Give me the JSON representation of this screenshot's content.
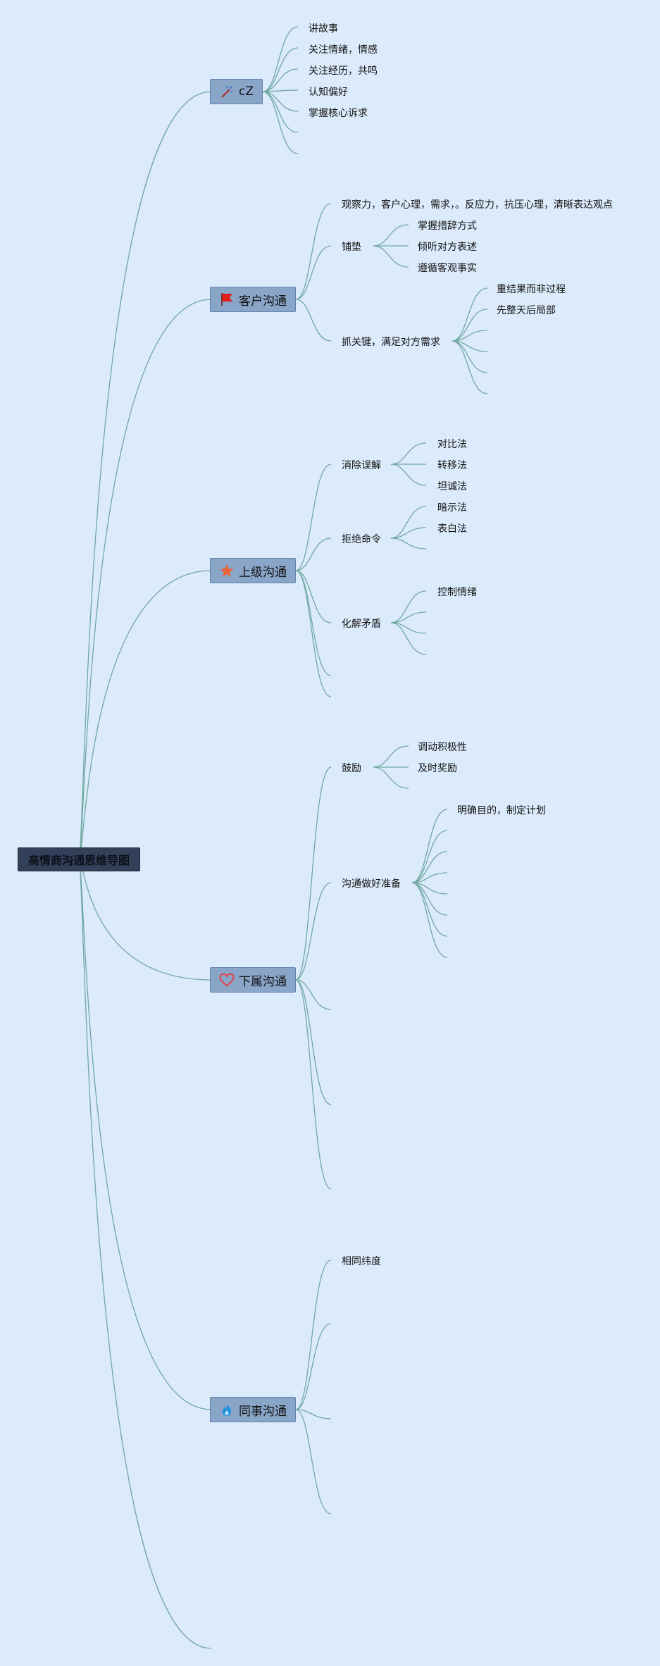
{
  "root": {
    "label": "高情商沟通思维导图"
  },
  "branches": [
    {
      "label": "cZ",
      "icon": "magic-wand-icon",
      "leaves": [
        "讲故事",
        "关注情绪，情感",
        "关注经历，共鸣",
        "认知偏好",
        "掌握核心诉求"
      ]
    },
    {
      "label": "客户沟通",
      "icon": "red-flag-icon",
      "items": {
        "observe": "观察力，客户心理，需求，。反应力，抗压心理，清晰表达观点",
        "pave": "铺垫",
        "pave_children": [
          "掌握措辞方式",
          "倾听对方表述",
          "遵循客观事实"
        ],
        "key": "抓关键，满足对方需求",
        "key_children": [
          "重结果而非过程",
          "先整天后局部"
        ]
      }
    },
    {
      "label": "上级沟通",
      "icon": "star-icon",
      "items": {
        "misunderstand": "消除误解",
        "misunderstand_children": [
          "对比法",
          "转移法",
          "坦诚法"
        ],
        "refuse": "拒绝命令",
        "refuse_children": [
          "暗示法",
          "表白法"
        ],
        "conflict": "化解矛盾",
        "conflict_children": [
          "控制情绪"
        ]
      }
    },
    {
      "label": "下属沟通",
      "icon": "heart-icon",
      "items": {
        "encourage": "鼓励",
        "encourage_children": [
          "调动积极性",
          "及时奖励"
        ],
        "prepare": "沟通做好准备",
        "prepare_children": [
          "明确目的，制定计划"
        ]
      }
    },
    {
      "label": "同事沟通",
      "icon": "flame-icon",
      "items": {
        "same": "相同纬度"
      }
    }
  ],
  "colors": {
    "background": "#dcebfb",
    "connector": "#6fa8a0",
    "root_fill": "#34405a",
    "branch_fill": "#89a5c8",
    "flag_red": "#e0201a",
    "star_orange": "#e8643a",
    "heart_red": "#e84048",
    "flame_blue": "#1a90e0"
  }
}
